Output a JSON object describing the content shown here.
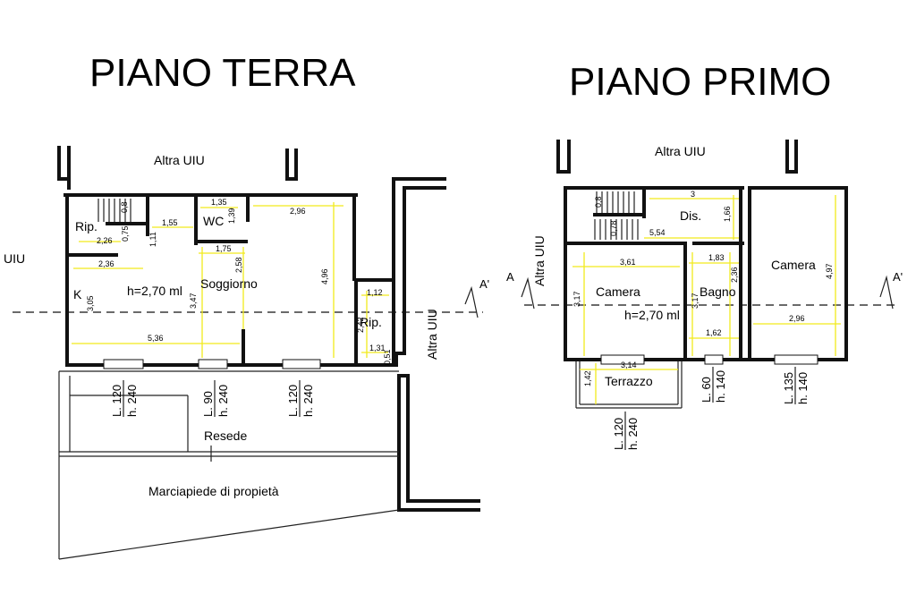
{
  "titles": {
    "ground": "PIANO TERRA",
    "first": "PIANO PRIMO"
  },
  "ground": {
    "altra_top": "Altra UIU",
    "altra_right": "Altra UIU",
    "altra_left": "UIU",
    "rip1": "Rip.",
    "wc": "WC",
    "k": "K",
    "soggiorno": "Soggiorno",
    "height": "h=2,70 ml",
    "rip2": "Rip.",
    "resede": "Resede",
    "marciapiede": "Marciapiede di propietà",
    "cut_right": "A'",
    "dims": {
      "d135": "1,35",
      "d139": "1,39",
      "d08": "0,8",
      "d155": "1,55",
      "d226": "2,26",
      "d075": "0,75",
      "d111": "1,11",
      "d175": "1,75",
      "d296": "2,96",
      "d496": "4,96",
      "d236": "2,36",
      "d258": "2,58",
      "d347": "3,47",
      "d305": "3,05",
      "d536": "5,36",
      "d112": "1,12",
      "d242": "2,42",
      "d131": "1,31",
      "d051": "0,51"
    },
    "openings": [
      {
        "l": "L. 120",
        "h": "h. 240"
      },
      {
        "l": "L. 90",
        "h": "h. 240"
      },
      {
        "l": "L. 120",
        "h": "h. 240"
      }
    ]
  },
  "first": {
    "altra_top": "Altra UIU",
    "altra_left": "Altra UIU",
    "cut_left": "A",
    "cut_right": "A'",
    "dis": "Dis.",
    "camera1": "Camera",
    "camera2": "Camera",
    "bagno": "Bagno",
    "height": "h=2,70 ml",
    "terrazzo": "Terrazzo",
    "dims": {
      "d3": "3",
      "d08": "0,8",
      "d166": "1,66",
      "d078": "0,78",
      "d554": "5,54",
      "d361": "3,61",
      "d183": "1,83",
      "d236": "2,36",
      "d497": "4,97",
      "d317a": "3,17",
      "d317b": "3,17",
      "d296": "2,96",
      "d162": "1,62",
      "d314": "3,14",
      "d142": "1,42"
    },
    "openings": [
      {
        "l": "L. 60",
        "h": "h. 140"
      },
      {
        "l": "L. 135",
        "h": "h. 140"
      },
      {
        "l": "L. 120",
        "h": "h. 240"
      }
    ]
  }
}
